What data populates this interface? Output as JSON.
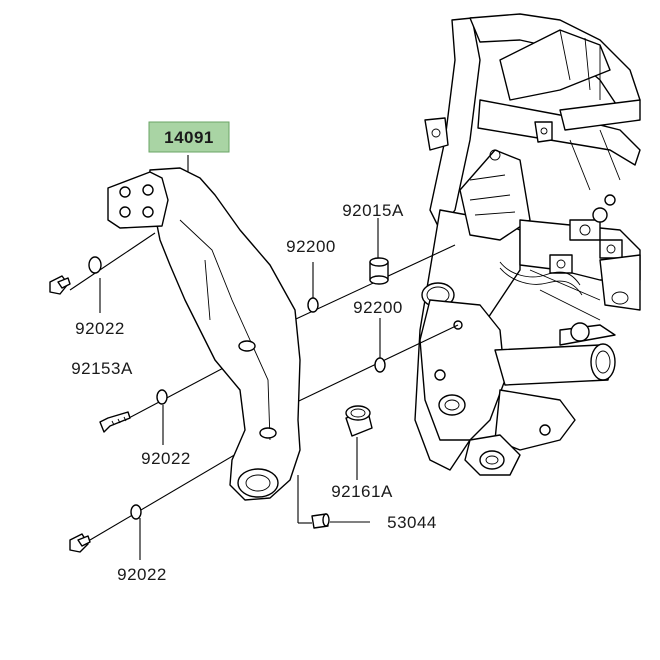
{
  "parts": {
    "main_part": "14091",
    "p1": "92015A",
    "p2": "92200",
    "p3": "92200",
    "p4": "92022",
    "p5": "92153A",
    "p6": "92022",
    "p7": "92161A",
    "p8": "53044",
    "p9": "92022"
  },
  "colors": {
    "highlight": "#a9d4a4",
    "highlight_border": "#6aa466",
    "ink": "#000000"
  }
}
